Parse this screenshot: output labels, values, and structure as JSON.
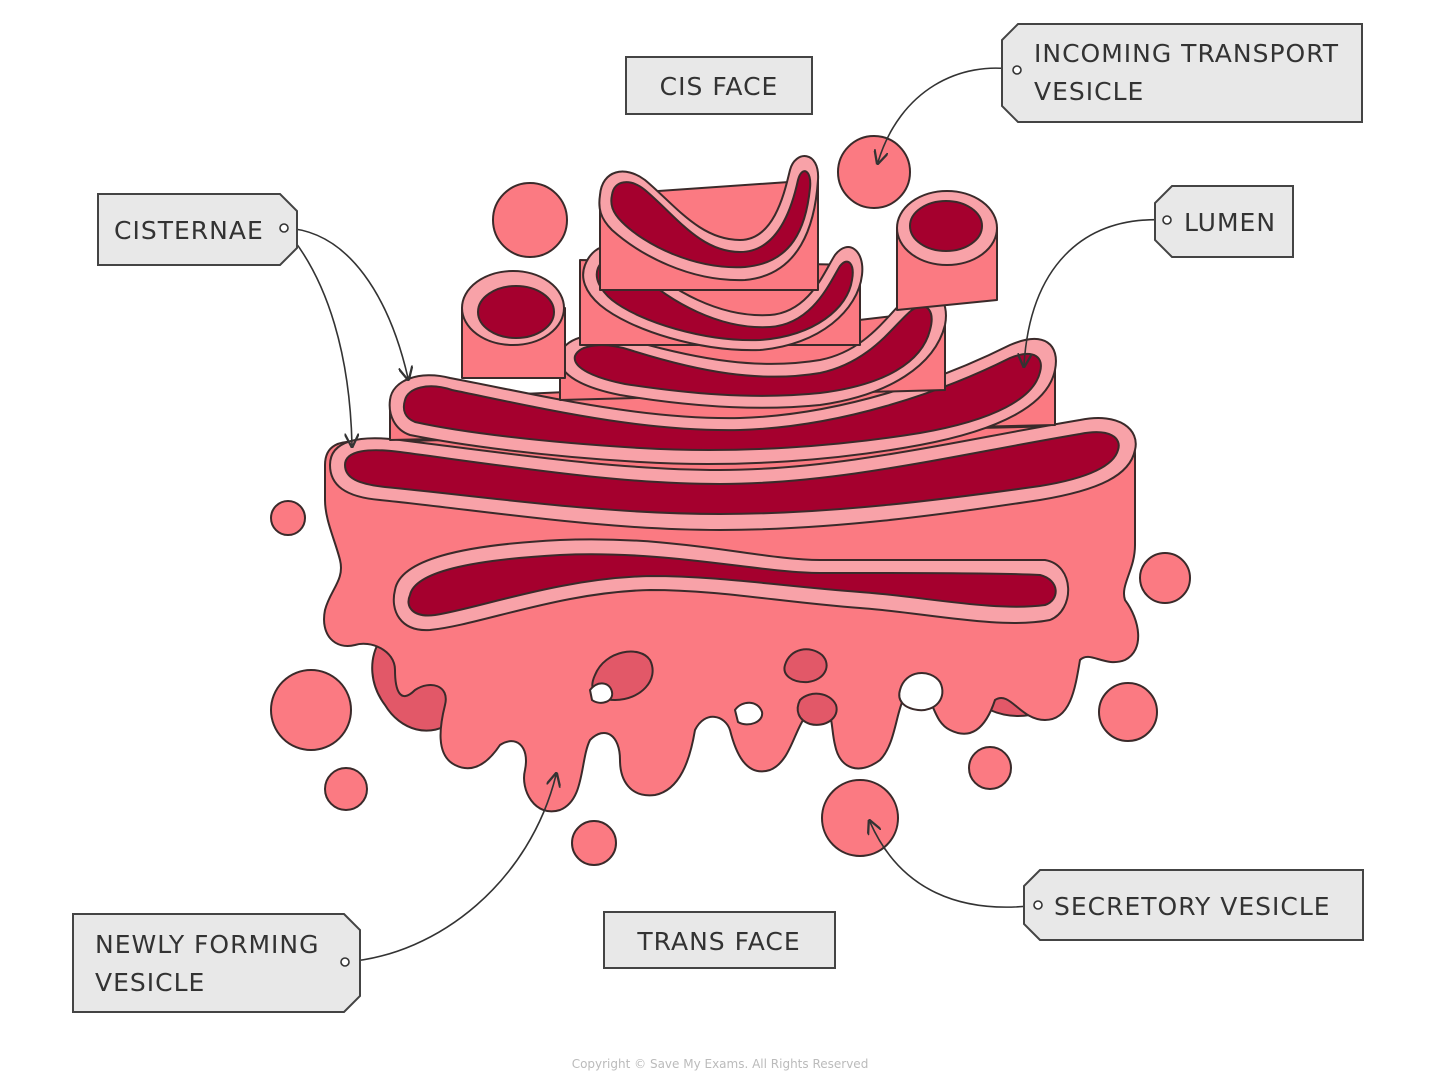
{
  "labels": {
    "cis_face": "CIS  FACE",
    "trans_face": "TRANS  FACE",
    "incoming_line1": "INCOMING  TRANSPORT",
    "incoming_line2": "VESICLE",
    "cisternae": "CISTERNAE",
    "lumen": "LUMEN",
    "secretory": "SECRETORY   VESICLE",
    "newly_line1": "NEWLY   FORMING",
    "newly_line2": "VESICLE"
  },
  "copyright": "Copyright © Save My Exams. All Rights Reserved",
  "colors": {
    "membrane": "#fb7a82",
    "membrane_light": "#f8a2a8",
    "lumen": "#a5002e",
    "shadow": "#e25868",
    "label_fill": "#e8e8e8"
  }
}
